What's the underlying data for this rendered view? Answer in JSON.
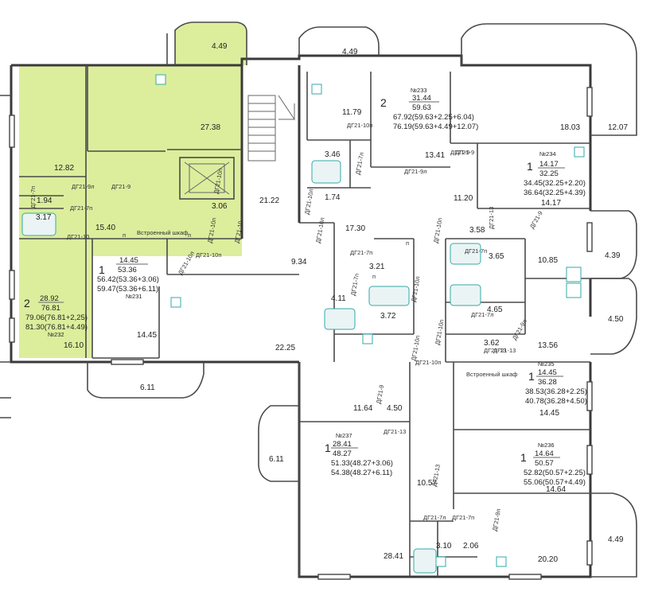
{
  "colors": {
    "highlight": "#dcee9c",
    "wall": "#3a3a3a",
    "fixture": "#33aaaa"
  },
  "highlighted_apartment": "№232",
  "room_areas": [
    {
      "id": "r1",
      "text": "4.49"
    },
    {
      "id": "r2",
      "text": "27.38"
    },
    {
      "id": "r3",
      "text": "12.82"
    },
    {
      "id": "r4",
      "text": "1.94"
    },
    {
      "id": "r5",
      "text": "3.17"
    },
    {
      "id": "r6",
      "text": "15.40"
    },
    {
      "id": "r7",
      "text": "16.10"
    },
    {
      "id": "r8",
      "text": "4.49"
    },
    {
      "id": "r9",
      "text": "11.79"
    },
    {
      "id": "r10",
      "text": "3.46"
    },
    {
      "id": "r11",
      "text": "1.74"
    },
    {
      "id": "r12",
      "text": "13.41"
    },
    {
      "id": "r13",
      "text": "18.03"
    },
    {
      "id": "r14",
      "text": "12.07"
    },
    {
      "id": "r15",
      "text": "11.20"
    },
    {
      "id": "r16",
      "text": "14.17"
    },
    {
      "id": "r17",
      "text": "21.22"
    },
    {
      "id": "r18",
      "text": "3.06"
    },
    {
      "id": "r19",
      "text": "17.30"
    },
    {
      "id": "r20",
      "text": "9.34"
    },
    {
      "id": "r21",
      "text": "3.21"
    },
    {
      "id": "r22",
      "text": "4.11"
    },
    {
      "id": "r23",
      "text": "3.72"
    },
    {
      "id": "r24",
      "text": "14.45"
    },
    {
      "id": "r25",
      "text": "22.25"
    },
    {
      "id": "r26",
      "text": "3.58"
    },
    {
      "id": "r27",
      "text": "3.65"
    },
    {
      "id": "r28",
      "text": "4.65"
    },
    {
      "id": "r29",
      "text": "3.62"
    },
    {
      "id": "r30",
      "text": "10.85"
    },
    {
      "id": "r31",
      "text": "4.39"
    },
    {
      "id": "r32",
      "text": "4.50"
    },
    {
      "id": "r33",
      "text": "13.56"
    },
    {
      "id": "r34",
      "text": "6.11"
    },
    {
      "id": "r35",
      "text": "11.64"
    },
    {
      "id": "r36",
      "text": "4.50"
    },
    {
      "id": "r37",
      "text": "14.45"
    },
    {
      "id": "r38",
      "text": "6.11"
    },
    {
      "id": "r39",
      "text": "10.57"
    },
    {
      "id": "r40",
      "text": "14.64"
    },
    {
      "id": "r41",
      "text": "3.10"
    },
    {
      "id": "r42",
      "text": "2.06"
    },
    {
      "id": "r43",
      "text": "28.41"
    },
    {
      "id": "r44",
      "text": "20.20"
    },
    {
      "id": "r45",
      "text": "4.49"
    }
  ],
  "door_labels": [
    {
      "id": "d1",
      "text": "ДГ21-7п"
    },
    {
      "id": "d2",
      "text": "ДГ21-9л"
    },
    {
      "id": "d3",
      "text": "ДГ21-9"
    },
    {
      "id": "d4",
      "text": "ДГ21-7п"
    },
    {
      "id": "d5",
      "text": "ДГ21-10"
    },
    {
      "id": "d6",
      "text": "ДГ21-10п"
    },
    {
      "id": "d7",
      "text": "ДГ21-10л"
    },
    {
      "id": "d8",
      "text": "ДГ21-10п"
    },
    {
      "id": "d9",
      "text": "ДГ21-10"
    },
    {
      "id": "d10",
      "text": "ДГ21-10п"
    },
    {
      "id": "d11",
      "text": "ДГ21-10л"
    },
    {
      "id": "d12",
      "text": "ДГ21-7п"
    },
    {
      "id": "d13",
      "text": "ДГ21-9л"
    },
    {
      "id": "d14",
      "text": "ДГ21-9"
    },
    {
      "id": "d15",
      "text": "ДГ21-7л"
    },
    {
      "id": "d16",
      "text": "ДГ21-10п"
    },
    {
      "id": "d17",
      "text": "ДГ21-10л"
    },
    {
      "id": "d18",
      "text": "ДГ21-13"
    },
    {
      "id": "d19",
      "text": "ДГ21-9"
    },
    {
      "id": "d20",
      "text": "ДГ21-7п"
    },
    {
      "id": "d21",
      "text": "ДГ21-7п"
    },
    {
      "id": "d22",
      "text": "ДГ21-10л"
    },
    {
      "id": "d23",
      "text": "ДГ21-7л"
    },
    {
      "id": "d24",
      "text": "ДГ21-10п"
    },
    {
      "id": "d25",
      "text": "ДГ21-10п"
    },
    {
      "id": "d26",
      "text": "ДГ21-9л"
    },
    {
      "id": "d27",
      "text": "ДГ21-13"
    },
    {
      "id": "d28",
      "text": "ДГ21-9"
    },
    {
      "id": "d29",
      "text": "ДГ21-10п"
    },
    {
      "id": "d30",
      "text": "ДГ21-13"
    },
    {
      "id": "d31",
      "text": "ДГ21-7л"
    },
    {
      "id": "d32",
      "text": "ДГ21-7п"
    },
    {
      "id": "d33",
      "text": "ДГ21-9л"
    },
    {
      "id": "d34",
      "text": "ДГ21-10п"
    },
    {
      "id": "d35",
      "text": "ДГ21-9"
    },
    {
      "id": "d36",
      "text": "ДГ21-13"
    },
    {
      "id": "d37",
      "text": "ДГ21-13"
    }
  ],
  "built_in_closet_label": "Встроенный шкаф",
  "apartments": [
    {
      "id": "a232",
      "number": "№232",
      "rooms": "2",
      "living": "28.92",
      "total": "76.81",
      "with_balcony": "79.06(76.81+2,25)",
      "with_loggia": "81.30(76.81+4.49)"
    },
    {
      "id": "a231",
      "number": "№231",
      "rooms": "1",
      "living": "14.45",
      "total": "53.36",
      "with_balcony": "56.42(53.36+3.06)",
      "with_loggia": "59.47(53.36+6.11)"
    },
    {
      "id": "a233",
      "number": "№233",
      "rooms": "2",
      "living": "31.44",
      "total": "59.63",
      "with_balcony": "67.92(59.63+2.25+6.04)",
      "with_loggia": "76.19(59.63+4.49+12.07)"
    },
    {
      "id": "a234",
      "number": "№234",
      "rooms": "1",
      "living": "14.17",
      "total": "32.25",
      "with_balcony": "34.45(32.25+2.20)",
      "with_loggia": "36.64(32.25+4.39)"
    },
    {
      "id": "a235",
      "number": "№235",
      "rooms": "1",
      "living": "14.45",
      "total": "36.28",
      "with_balcony": "38.53(36.28+2.25)",
      "with_loggia": "40.78(36.28+4.50)"
    },
    {
      "id": "a236",
      "number": "№236",
      "rooms": "1",
      "living": "14.64",
      "total": "50.57",
      "with_balcony": "52.82(50.57+2.25)",
      "with_loggia": "55.06(50.57+4.49)"
    },
    {
      "id": "a237",
      "number": "№237",
      "rooms": "1",
      "living": "28.41",
      "total": "48.27",
      "with_balcony": "51.33(48.27+3.06)",
      "with_loggia": "54.38(48.27+6.11)"
    }
  ],
  "misc_marks": {
    "p1": "п",
    "p2": "п",
    "p3": "п",
    "p4": "п"
  }
}
